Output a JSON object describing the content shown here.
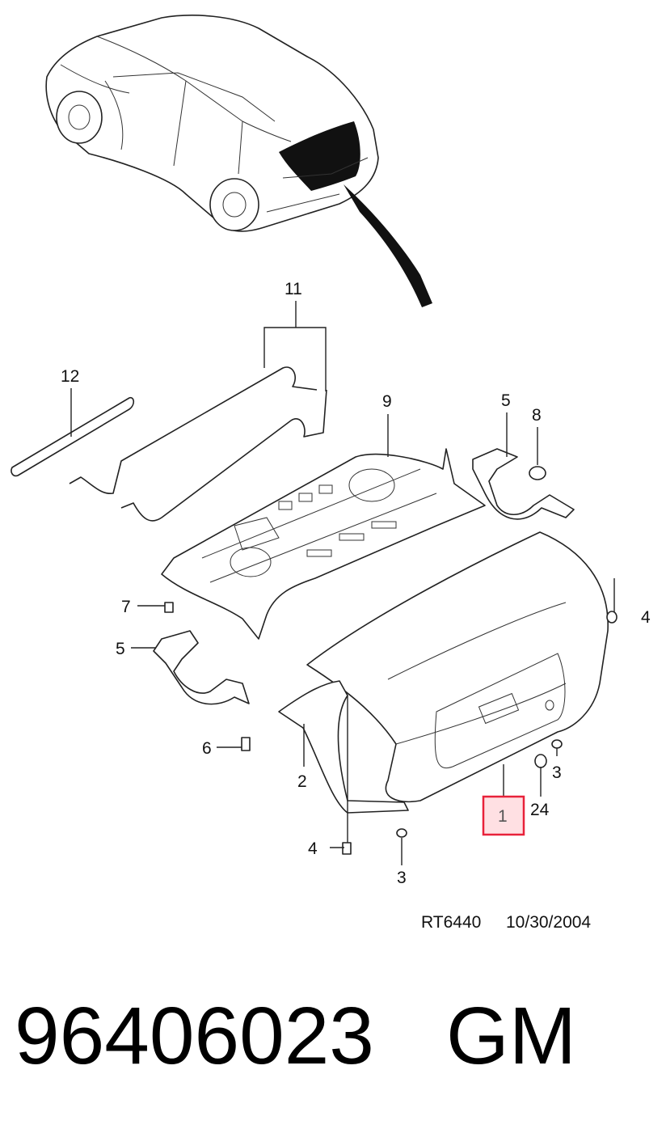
{
  "callouts": {
    "c11": "11",
    "c12": "12",
    "c9": "9",
    "c5_top": "5",
    "c8": "8",
    "c7": "7",
    "c5_left": "5",
    "c6": "6",
    "c4_right": "4",
    "c2": "2",
    "c4_bottom": "4",
    "c3_right": "3",
    "c24": "24",
    "c1": "1",
    "c3_bottom": "3"
  },
  "highlight": {
    "callout": "1",
    "color": "#e8223a"
  },
  "reference": {
    "code": "RT6440",
    "date": "10/30/2004"
  },
  "part": {
    "number": "96406023",
    "brand": "GM"
  }
}
